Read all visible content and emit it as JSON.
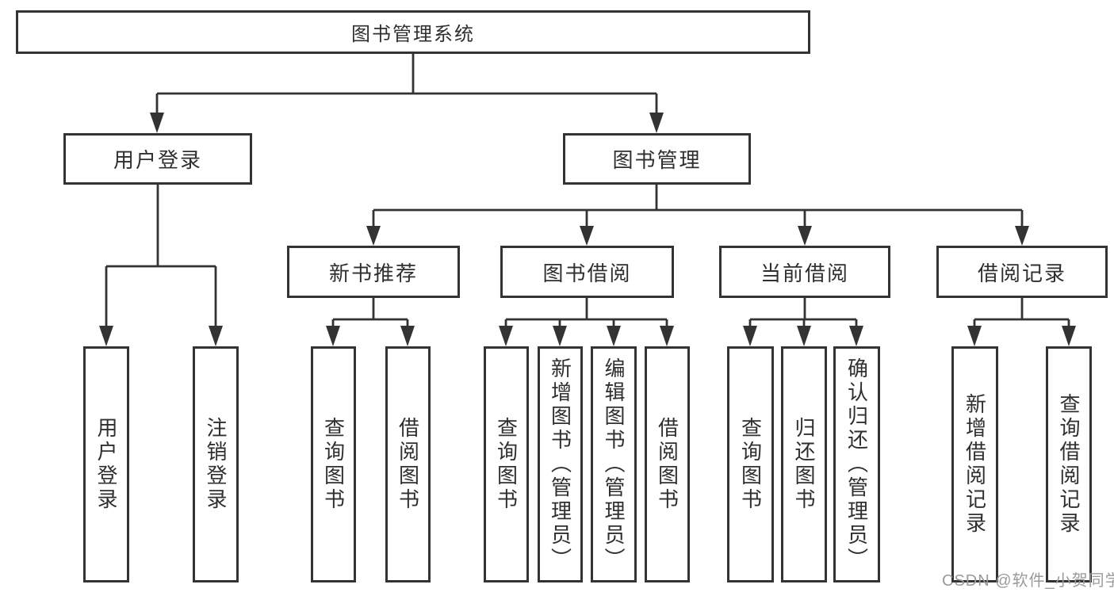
{
  "tree": {
    "label": "图书管理系统",
    "children": [
      {
        "label": "用户登录",
        "children": [
          {
            "label": "用户登录"
          },
          {
            "label": "注销登录"
          }
        ]
      },
      {
        "label": "图书管理",
        "children": [
          {
            "label": "新书推荐",
            "children": [
              {
                "label": "查询图书"
              },
              {
                "label": "借阅图书"
              }
            ]
          },
          {
            "label": "图书借阅",
            "children": [
              {
                "label": "查询图书"
              },
              {
                "label": "新增图书（管理员）"
              },
              {
                "label": "编辑图书（管理员）"
              },
              {
                "label": "借阅图书"
              }
            ]
          },
          {
            "label": "当前借阅",
            "children": [
              {
                "label": "查询图书"
              },
              {
                "label": "归还图书"
              },
              {
                "label": "确认归还（管理员）"
              }
            ]
          },
          {
            "label": "借阅记录",
            "children": [
              {
                "label": "新增借阅记录"
              },
              {
                "label": "查询借阅记录"
              }
            ]
          }
        ]
      }
    ]
  },
  "watermark": {
    "text": "CSDN @软件_小贺同学"
  },
  "colors": {
    "line": "#333333",
    "text": "#2f2f2f",
    "watermark": "#9a9a9a",
    "background": "#ffffff"
  }
}
